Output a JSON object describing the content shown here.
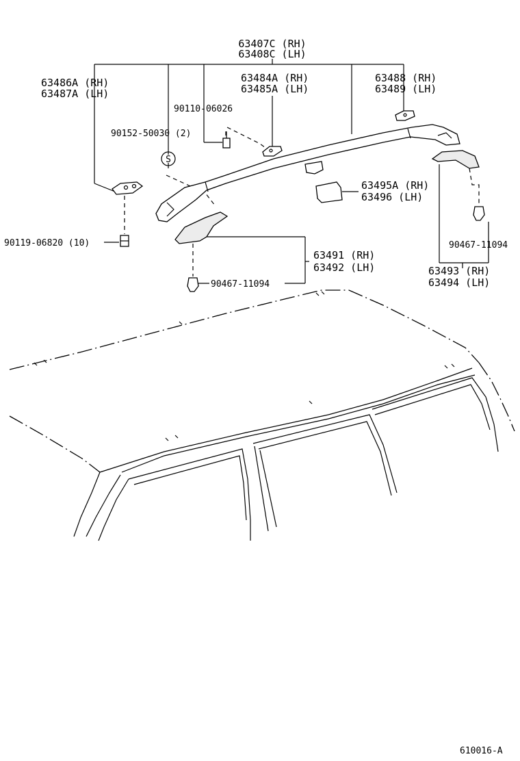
{
  "labels": {
    "rail_rh": "63407C (RH)",
    "rail_lh": "63408C (LH)",
    "front_leg_rh": "63486A (RH)",
    "front_leg_lh": "63487A (LH)",
    "mid_pad_rh": "63484A (RH)",
    "mid_pad_lh": "63485A (LH)",
    "rear_pad_rh": "63488 (RH)",
    "rear_pad_lh": "63489 (LH)",
    "bolt_a": "90110-06026",
    "screw_b": "90152-50030 (2)",
    "sealer": "S",
    "bolt_c": "90119-06820 (10)",
    "cover_rh": "63495A (RH)",
    "cover_lh": "63496 (LH)",
    "front_cover_rh": "63491 (RH)",
    "front_cover_lh": "63492 (LH)",
    "clip_front": "90467-11094",
    "clip_rear": "90467-11094",
    "rear_cover_rh": "63493 (RH)",
    "rear_cover_lh": "63494 (LH)",
    "figure_code": "610016-A"
  }
}
